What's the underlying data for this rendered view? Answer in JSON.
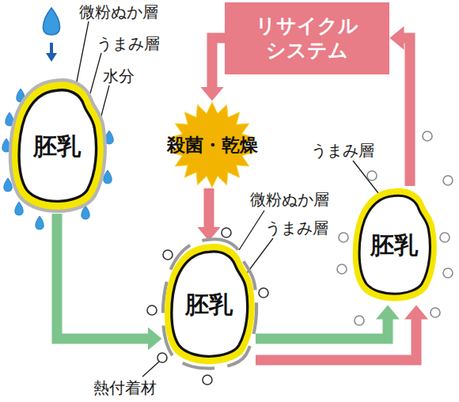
{
  "diagram": {
    "nodes": [
      {
        "text": [
          "胚乳"
        ]
      },
      {
        "text": [
          "リサイクル システム"
        ]
      },
      {
        "text": [
          "殺菌・乾燥"
        ]
      },
      {
        "text": [
          "胚乳"
        ]
      },
      {
        "text": [
          "胚乳"
        ]
      }
    ],
    "edges": [
      {
        "from": 0,
        "to": 3,
        "arrow": "to"
      },
      {
        "from": 4,
        "to": 1,
        "arrow": "to"
      },
      {
        "from": 1,
        "to": 2,
        "arrow": "to"
      },
      {
        "from": 2,
        "to": 3,
        "arrow": "to"
      },
      {
        "from": 3,
        "to": 4,
        "arrow": "to"
      },
      {
        "from": 3,
        "to": 4,
        "arrow": "to"
      }
    ],
    "labels": [
      "微粉ぬか層",
      "うまみ層",
      "水分",
      "微粉ぬか層",
      "うまみ層",
      "熱付着材",
      "うまみ層"
    ]
  }
}
